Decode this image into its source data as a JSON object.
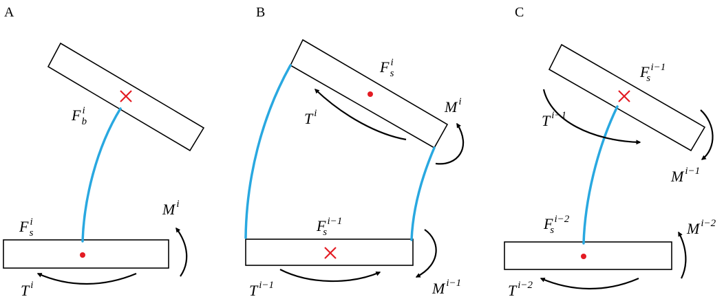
{
  "colors": {
    "cable": "#29A8E0",
    "marker": "#E31B23",
    "line": "#000000"
  },
  "panels": {
    "a": {
      "letter": "A",
      "fb": {
        "base": "F",
        "sub": "b",
        "sup": "i"
      },
      "fs": {
        "base": "F",
        "sub": "s",
        "sup": "i"
      },
      "m": {
        "base": "M",
        "sup": "i"
      },
      "t": {
        "base": "T",
        "sup": "i"
      }
    },
    "b": {
      "letter": "B",
      "fs_top": {
        "base": "F",
        "sub": "s",
        "sup": "i"
      },
      "t_top": {
        "base": "T",
        "sup": "i"
      },
      "m_top": {
        "base": "M",
        "sup": "i"
      },
      "fs_bot": {
        "base": "F",
        "sub": "s",
        "sup": "i−1"
      },
      "t_bot": {
        "base": "T",
        "sup": "i−1"
      },
      "m_bot": {
        "base": "M",
        "sup": "i−1"
      }
    },
    "c": {
      "letter": "C",
      "fs_top": {
        "base": "F",
        "sub": "s",
        "sup": "i−1"
      },
      "t_top": {
        "base": "T",
        "sup": "i−1"
      },
      "m_top": {
        "base": "M",
        "sup": "i−1"
      },
      "fs_bot": {
        "base": "F",
        "sub": "s",
        "sup": "i−2"
      },
      "m_bot": {
        "base": "M",
        "sup": "i−2"
      },
      "t_bot": {
        "base": "T",
        "sup": "i−2"
      }
    }
  }
}
